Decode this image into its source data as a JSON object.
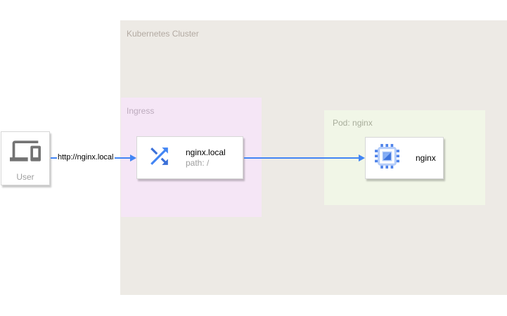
{
  "cluster": {
    "label": "Kubernetes Cluster",
    "bg": "#edeae5"
  },
  "ingress_region": {
    "label": "Ingress",
    "bg": "#f5e6f6"
  },
  "pod_region": {
    "label": "Pod: nginx",
    "bg": "#f1f6e7"
  },
  "nodes": {
    "user": {
      "label": "User",
      "icon": "devices-icon"
    },
    "ingress": {
      "title": "nginx.local",
      "subtitle": "path: /",
      "icon": "shuffle-icon"
    },
    "pod": {
      "label": "nginx",
      "icon": "chip-icon"
    }
  },
  "edges": [
    {
      "from": "user",
      "to": "ingress",
      "label": "http://nginx.local",
      "color": "#4285f4"
    },
    {
      "from": "ingress",
      "to": "pod",
      "label": "",
      "color": "#4285f4"
    }
  ],
  "colors": {
    "accent_blue": "#4285f4",
    "icon_blue_dark": "#3a6fd8",
    "icon_blue_light": "#b5cdf9",
    "icon_gray": "#737373",
    "label_gray": "#9e9e9e",
    "region_label_beige": "#b3aaa2",
    "region_label_purple": "#bcabbd",
    "region_label_green": "#a8ad9b"
  }
}
